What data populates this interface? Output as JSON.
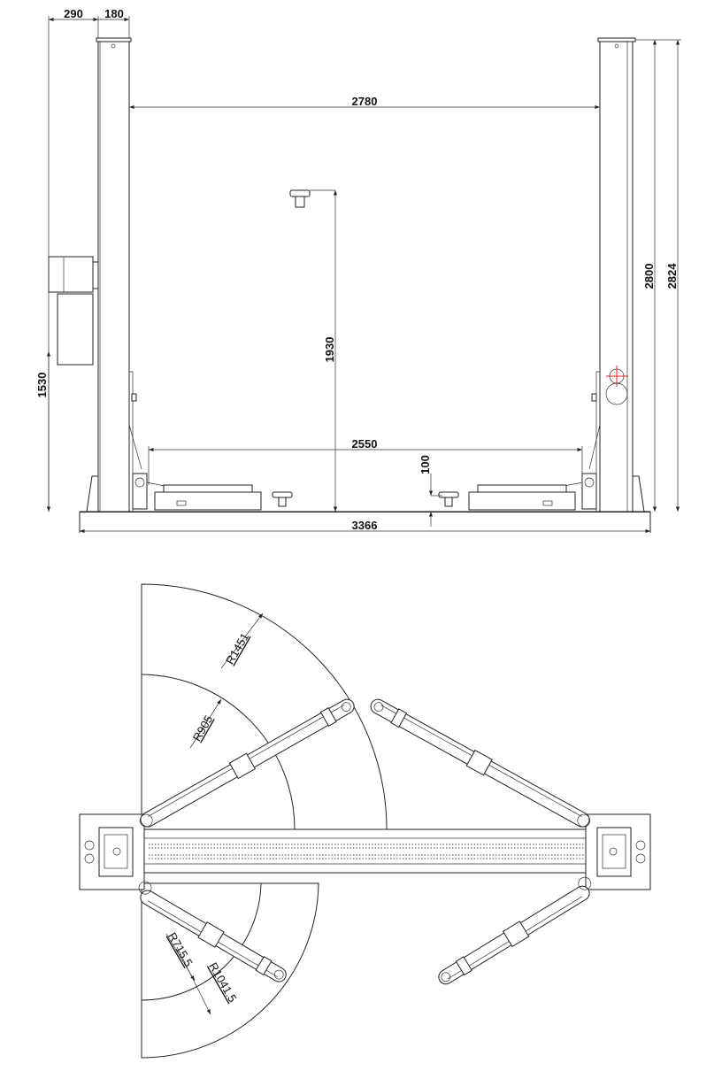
{
  "front_view": {
    "dimensions": {
      "column_offset": "290",
      "column_width": "180",
      "clear_width": "2780",
      "lift_height": "1930",
      "min_pad_height": "100",
      "drive_through": "2550",
      "overall_width": "3366",
      "motor_height": "1530",
      "column_height": "2800",
      "overall_height": "2824"
    }
  },
  "top_view": {
    "radii": {
      "front_outer": "R1451",
      "front_inner": "R905",
      "rear_inner": "R715.5",
      "rear_outer": "R1041.5"
    }
  },
  "colors": {
    "line": "#222222",
    "marker": "#e02020"
  }
}
